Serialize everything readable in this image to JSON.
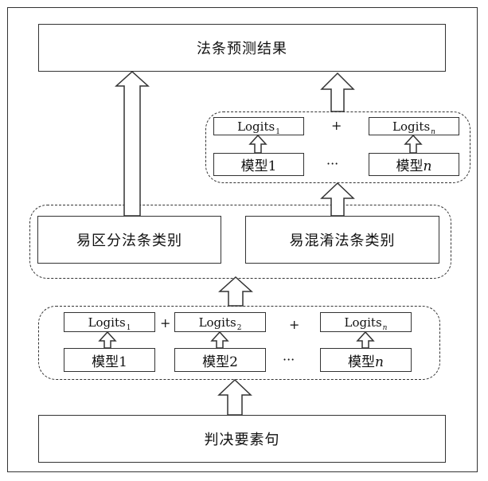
{
  "result_label": "法条预测结果",
  "input_label": "判决要素句",
  "categories": {
    "distinguishable": "易区分法条类别",
    "confusable": "易混淆法条类别"
  },
  "top_ensemble": {
    "logit_base": "Logits",
    "logit_sub_first": "1",
    "logit_sub_last": "n",
    "model_first": "模型1",
    "model_last_prefix": "模型",
    "model_last_suffix": "n",
    "plus": "+",
    "ellipsis": "···"
  },
  "bottom_ensemble": {
    "logit_base": "Logits",
    "logit_sub_1": "1",
    "logit_sub_2": "2",
    "logit_sub_last": "n",
    "model_1": "模型1",
    "model_2": "模型2",
    "model_last_prefix": "模型",
    "model_last_suffix": "n",
    "plus_1": "+",
    "plus_2": "+",
    "ellipsis": "···"
  }
}
